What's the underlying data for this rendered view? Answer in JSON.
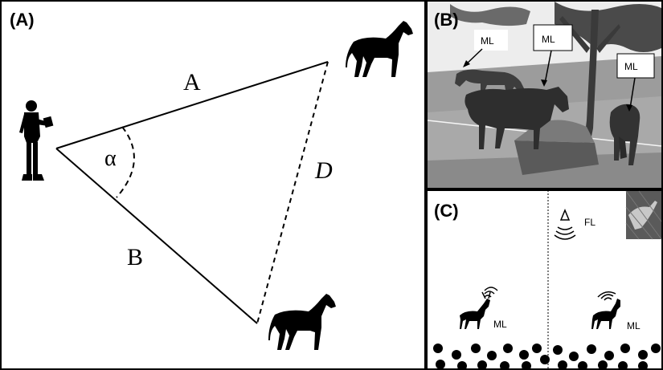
{
  "panels": {
    "a": {
      "label": "(A)",
      "side_a": "A",
      "side_b": "B",
      "side_d": "D",
      "angle": "α",
      "figures": [
        "person-with-laptop-icon",
        "horse-icon",
        "horse-icon"
      ]
    },
    "b": {
      "label": "(B)",
      "callouts": [
        "ML",
        "ML",
        "ML"
      ],
      "content": "photo-of-horses"
    },
    "c": {
      "label": "(C)",
      "fixed_logger": "FL",
      "mobile_logger_left": "ML",
      "mobile_logger_right": "ML",
      "figures": [
        "deer-icon",
        "deer-icon",
        "signal-waves-icon",
        "antenna-icon"
      ]
    }
  },
  "colors": {
    "line": "#000000",
    "photo_dark": "#3a3a3a",
    "photo_sky": "#e9e9e9",
    "ground": "#b3b3b3"
  }
}
